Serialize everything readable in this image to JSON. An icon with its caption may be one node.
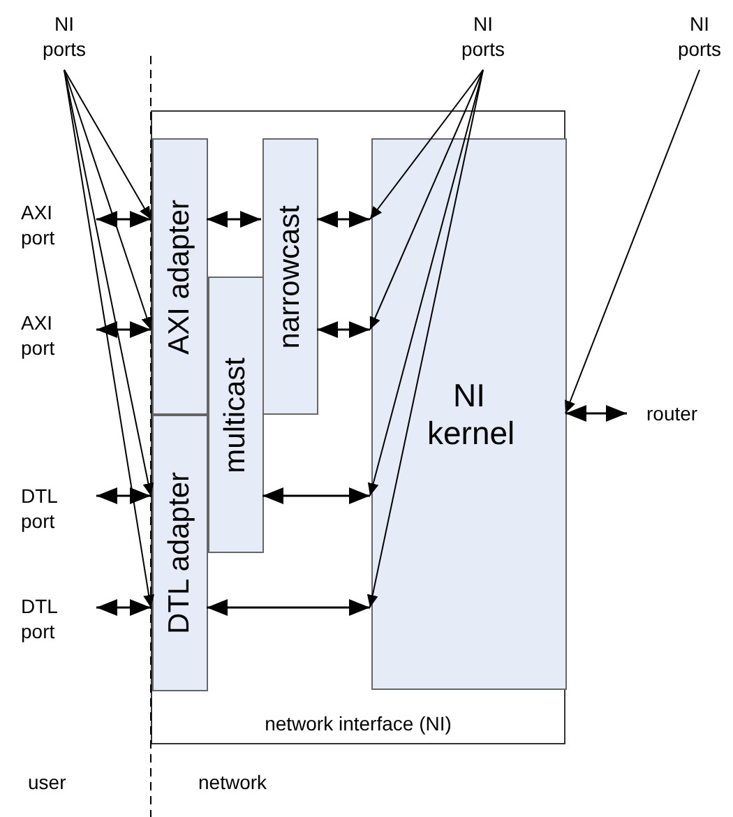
{
  "diagram": {
    "nodes": [
      {
        "text": [
          "NI ports"
        ]
      },
      {
        "text": [
          "NI ports"
        ]
      },
      {
        "text": [
          "NI ports"
        ]
      },
      {
        "text": [
          "network interface (NI)"
        ]
      },
      {
        "text": [
          "AXI adapter"
        ],
        "in": 3
      },
      {
        "text": [
          "narrowcast"
        ],
        "in": 3
      },
      {
        "text": [
          "multicast"
        ],
        "in": 3
      },
      {
        "text": [
          "DTL adapter"
        ],
        "in": 3
      },
      {
        "text": [
          "NI kernel"
        ],
        "in": 3
      },
      {
        "text": [
          "AXI port"
        ]
      },
      {
        "text": [
          "AXI port"
        ]
      },
      {
        "text": [
          "DTL port"
        ]
      },
      {
        "text": [
          "DTL port"
        ]
      },
      {
        "text": [
          "router"
        ]
      }
    ],
    "edges": [
      {
        "from": 9,
        "to": 4,
        "arrow": "both"
      },
      {
        "from": 10,
        "to": 4,
        "arrow": "both"
      },
      {
        "from": 11,
        "to": 7,
        "arrow": "both"
      },
      {
        "from": 12,
        "to": 7,
        "arrow": "both"
      },
      {
        "from": 4,
        "to": 5,
        "arrow": "both"
      },
      {
        "from": 5,
        "to": 8,
        "arrow": "both"
      },
      {
        "from": 5,
        "to": 8,
        "arrow": "both"
      },
      {
        "from": 6,
        "to": 8,
        "arrow": "both"
      },
      {
        "from": 7,
        "to": 8,
        "arrow": "both"
      },
      {
        "from": 8,
        "to": 13,
        "arrow": "both"
      },
      {
        "from": 0,
        "to": 4,
        "arrow": "to"
      },
      {
        "from": 0,
        "to": 4,
        "arrow": "to"
      },
      {
        "from": 0,
        "to": 7,
        "arrow": "to"
      },
      {
        "from": 0,
        "to": 7,
        "arrow": "to"
      },
      {
        "from": 1,
        "to": 8,
        "arrow": "to"
      },
      {
        "from": 1,
        "to": 8,
        "arrow": "to"
      },
      {
        "from": 1,
        "to": 8,
        "arrow": "to"
      },
      {
        "from": 1,
        "to": 8,
        "arrow": "to"
      },
      {
        "from": 2,
        "to": 8,
        "arrow": "to"
      }
    ],
    "labels": [
      "user",
      "network"
    ]
  }
}
